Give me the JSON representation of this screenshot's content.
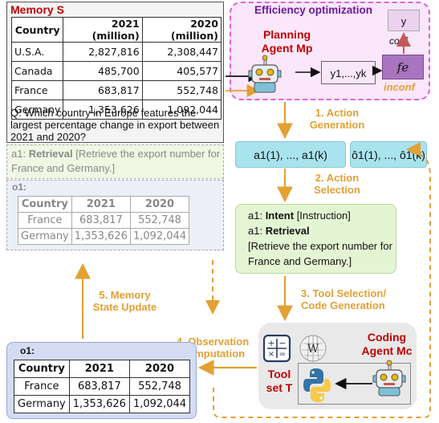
{
  "memory": {
    "title": "Memory S",
    "table": {
      "headers": [
        "Country",
        "2021 (million)",
        "2020 (million)"
      ],
      "rows": [
        [
          "U.S.A.",
          "2,827,816",
          "2,308,447"
        ],
        [
          "Canada",
          "485,700",
          "405,577"
        ],
        [
          "France",
          "683,817",
          "552,748"
        ],
        [
          "Germany",
          "1,353,626",
          "1,092,044"
        ]
      ]
    },
    "question": "Q: Which country in Europe features the largest percentage change in export between 2021 and 2020?"
  },
  "ghost_action": {
    "prefix": "a1: ",
    "type": "Retrieval",
    "detail": " [Retrieve the export number for France and Germany.]"
  },
  "ghost_obs": {
    "label": "o1:",
    "headers": [
      "Country",
      "2021",
      "2020"
    ],
    "rows": [
      [
        "France",
        "683,817",
        "552,748"
      ],
      [
        "Germany",
        "1,353,626",
        "1,092,044"
      ]
    ]
  },
  "efficiency": {
    "title": "Efficiency optimization",
    "planning_agent": "Planning Agent Mp",
    "y_label": "y",
    "fe_label": "fe",
    "yk_label": "y1,...,yk",
    "conf": "conf",
    "inconf": "inconf"
  },
  "steps": {
    "s1": "1. Action Generation",
    "s2": "2. Action Selection",
    "s3": "3. Tool Selection/ Code Generation",
    "s4": "4. Observation Computation",
    "s5": "5. Memory State Update"
  },
  "candidates": {
    "actions": "a1(1), ..., a1(k)",
    "observations": "ô1(1), ..., ô1(k)"
  },
  "selection": {
    "line1_prefix": "a1: ",
    "line1_type": "Intent",
    "line1_detail": " [Instruction]",
    "line2_prefix": "a1: ",
    "line2_type": "Retrieval",
    "line3": "[Retrieve the export number for France and Germany.]"
  },
  "tools": {
    "label": "Tool set T",
    "coding_agent": "Coding Agent Mc"
  },
  "observation": {
    "label": "o1:",
    "headers": [
      "Country",
      "2021",
      "2020"
    ],
    "rows": [
      [
        "France",
        "683,817",
        "552,748"
      ],
      [
        "Germany",
        "1,353,626",
        "1,092,044"
      ]
    ]
  },
  "colors": {
    "accent_red": "#c00000",
    "orange": "#e3a034",
    "purple": "#6a1b9a",
    "pink": "#e060e0"
  },
  "icons": [
    "robot-icon",
    "calculator-icon",
    "wikipedia-icon",
    "python-icon"
  ]
}
